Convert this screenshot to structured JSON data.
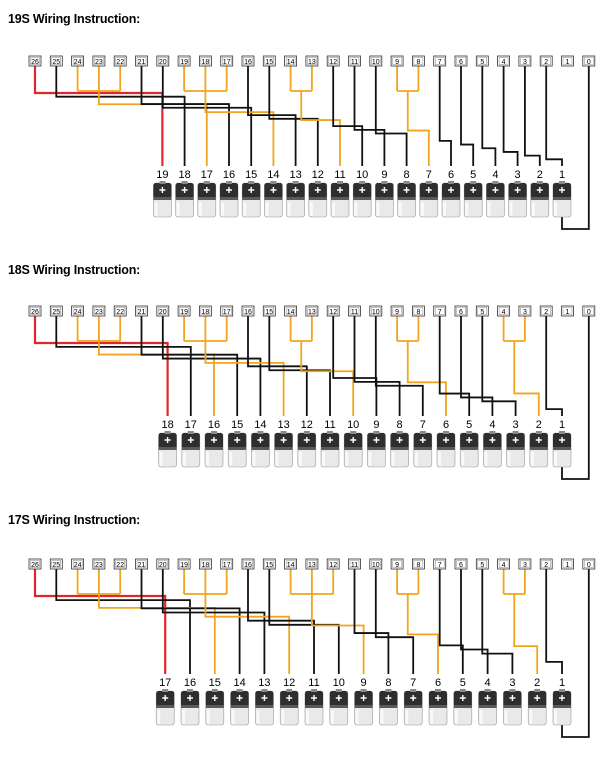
{
  "sections": [
    {
      "title": "19S Wiring Instruction:",
      "terminals": [
        "26",
        "25",
        "24",
        "23",
        "22",
        "21",
        "20",
        "19",
        "18",
        "17",
        "16",
        "15",
        "14",
        "13",
        "12",
        "11",
        "10",
        "9",
        "8",
        "7",
        "6",
        "5",
        "4",
        "3",
        "2",
        "1",
        "0"
      ],
      "cells": [
        "19",
        "18",
        "17",
        "16",
        "15",
        "14",
        "13",
        "12",
        "11",
        "10",
        "9",
        "8",
        "7",
        "6",
        "5",
        "4",
        "3",
        "2",
        "1"
      ],
      "wires": [
        {
          "from": [
            "26"
          ],
          "to": "19",
          "color": "red"
        },
        {
          "from": [
            "25"
          ],
          "to": "18",
          "color": "black"
        },
        {
          "from": [
            "24",
            "23",
            "22"
          ],
          "to": "17",
          "color": "orange"
        },
        {
          "from": [
            "21"
          ],
          "to": "16",
          "color": "black"
        },
        {
          "from": [
            "20"
          ],
          "to": "15",
          "color": "black"
        },
        {
          "from": [
            "19",
            "18",
            "17"
          ],
          "to": "14",
          "color": "orange"
        },
        {
          "from": [
            "16"
          ],
          "to": "13",
          "color": "black"
        },
        {
          "from": [
            "15"
          ],
          "to": "12",
          "color": "black"
        },
        {
          "from": [
            "14",
            "13"
          ],
          "to": "11",
          "color": "orange"
        },
        {
          "from": [
            "12"
          ],
          "to": "10",
          "color": "black"
        },
        {
          "from": [
            "11"
          ],
          "to": "9",
          "color": "black"
        },
        {
          "from": [
            "10"
          ],
          "to": "8",
          "color": "black"
        },
        {
          "from": [
            "9",
            "8"
          ],
          "to": "7",
          "color": "orange"
        },
        {
          "from": [
            "7"
          ],
          "to": "6",
          "color": "black"
        },
        {
          "from": [
            "6"
          ],
          "to": "5",
          "color": "black"
        },
        {
          "from": [
            "5"
          ],
          "to": "4",
          "color": "black"
        },
        {
          "from": [
            "4"
          ],
          "to": "3",
          "color": "black"
        },
        {
          "from": [
            "3"
          ],
          "to": "2",
          "color": "black"
        },
        {
          "from": [
            "2"
          ],
          "to": "1",
          "color": "black"
        }
      ]
    },
    {
      "title": "18S Wiring Instruction:",
      "terminals": [
        "26",
        "25",
        "24",
        "23",
        "22",
        "21",
        "20",
        "19",
        "18",
        "17",
        "16",
        "15",
        "14",
        "13",
        "12",
        "11",
        "10",
        "9",
        "8",
        "7",
        "6",
        "5",
        "4",
        "3",
        "2",
        "1",
        "0"
      ],
      "cells": [
        "18",
        "17",
        "16",
        "15",
        "14",
        "13",
        "12",
        "11",
        "10",
        "9",
        "8",
        "7",
        "6",
        "5",
        "4",
        "3",
        "2",
        "1"
      ],
      "wires": [
        {
          "from": [
            "26"
          ],
          "to": "18",
          "color": "red"
        },
        {
          "from": [
            "25"
          ],
          "to": "17",
          "color": "black"
        },
        {
          "from": [
            "24",
            "23",
            "22"
          ],
          "to": "16",
          "color": "orange"
        },
        {
          "from": [
            "21"
          ],
          "to": "15",
          "color": "black"
        },
        {
          "from": [
            "20"
          ],
          "to": "14",
          "color": "black"
        },
        {
          "from": [
            "19",
            "18",
            "17"
          ],
          "to": "13",
          "color": "orange"
        },
        {
          "from": [
            "16"
          ],
          "to": "12",
          "color": "black"
        },
        {
          "from": [
            "15"
          ],
          "to": "11",
          "color": "black"
        },
        {
          "from": [
            "14",
            "13"
          ],
          "to": "10",
          "color": "orange"
        },
        {
          "from": [
            "12"
          ],
          "to": "9",
          "color": "black"
        },
        {
          "from": [
            "11"
          ],
          "to": "8",
          "color": "black"
        },
        {
          "from": [
            "10"
          ],
          "to": "7",
          "color": "black"
        },
        {
          "from": [
            "9",
            "8"
          ],
          "to": "6",
          "color": "orange"
        },
        {
          "from": [
            "7"
          ],
          "to": "5",
          "color": "black"
        },
        {
          "from": [
            "6"
          ],
          "to": "4",
          "color": "black"
        },
        {
          "from": [
            "5"
          ],
          "to": "3",
          "color": "black"
        },
        {
          "from": [
            "4",
            "3"
          ],
          "to": "2",
          "color": "orange"
        },
        {
          "from": [
            "2"
          ],
          "to": "1",
          "color": "black"
        }
      ]
    },
    {
      "title": "17S Wiring Instruction:",
      "terminals": [
        "26",
        "25",
        "24",
        "23",
        "22",
        "21",
        "20",
        "19",
        "18",
        "17",
        "16",
        "15",
        "14",
        "13",
        "12",
        "11",
        "10",
        "9",
        "8",
        "7",
        "6",
        "5",
        "4",
        "3",
        "2",
        "1",
        "0"
      ],
      "cells": [
        "17",
        "16",
        "15",
        "14",
        "13",
        "12",
        "11",
        "10",
        "9",
        "8",
        "7",
        "6",
        "5",
        "4",
        "3",
        "2",
        "1"
      ],
      "wires": [
        {
          "from": [
            "26"
          ],
          "to": "17",
          "color": "red"
        },
        {
          "from": [
            "25"
          ],
          "to": "16",
          "color": "black"
        },
        {
          "from": [
            "24",
            "23",
            "22"
          ],
          "to": "15",
          "color": "orange"
        },
        {
          "from": [
            "21"
          ],
          "to": "14",
          "color": "black"
        },
        {
          "from": [
            "20"
          ],
          "to": "13",
          "color": "black"
        },
        {
          "from": [
            "19",
            "18",
            "17"
          ],
          "to": "12",
          "color": "orange"
        },
        {
          "from": [
            "16"
          ],
          "to": "11",
          "color": "black"
        },
        {
          "from": [
            "15"
          ],
          "to": "10",
          "color": "black"
        },
        {
          "from": [
            "14",
            "13",
            "12"
          ],
          "to": "9",
          "color": "orange"
        },
        {
          "from": [
            "11"
          ],
          "to": "8",
          "color": "black"
        },
        {
          "from": [
            "10"
          ],
          "to": "7",
          "color": "black"
        },
        {
          "from": [
            "9",
            "8"
          ],
          "to": "6",
          "color": "orange"
        },
        {
          "from": [
            "7"
          ],
          "to": "5",
          "color": "black"
        },
        {
          "from": [
            "6"
          ],
          "to": "4",
          "color": "black"
        },
        {
          "from": [
            "5"
          ],
          "to": "3",
          "color": "black"
        },
        {
          "from": [
            "4",
            "3"
          ],
          "to": "2",
          "color": "orange"
        },
        {
          "from": [
            "2"
          ],
          "to": "1",
          "color": "black"
        }
      ]
    }
  ],
  "colors": {
    "red": "#e0262a",
    "orange": "#f0a51c",
    "black": "#111111",
    "terminal_border": "#333333"
  },
  "icons": {
    "cell": "battery-cell-icon"
  }
}
